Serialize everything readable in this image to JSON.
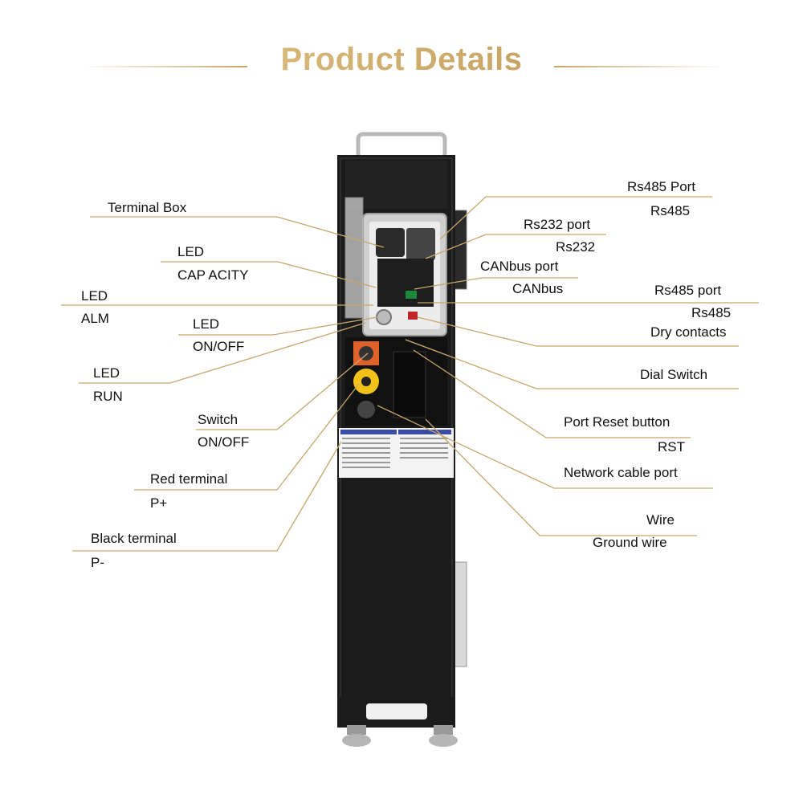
{
  "title": "Product Details",
  "colors": {
    "accent": "#c9a86a",
    "leader": "#c8a66c",
    "cabinet": "#1b1b1b"
  },
  "callouts": {
    "terminal_box": "Terminal Box",
    "led_capacity_1": "LED",
    "led_capacity_2": "CAP ACITY",
    "led_alm_1": "LED",
    "led_alm_2": "ALM",
    "led_onoff_1": "LED",
    "led_onoff_2": "ON/OFF",
    "led_run_1": "LED",
    "led_run_2": "RUN",
    "switch_1": "Switch",
    "switch_2": "ON/OFF",
    "red_terminal_1": "Red terminal",
    "red_terminal_2": "P+",
    "black_terminal_1": "Black terminal",
    "black_terminal_2": "P-",
    "rs485_port_1": "Rs485 Port",
    "rs485_port_2": "Rs485",
    "rs232_port_1": "Rs232 port",
    "rs232_port_2": "Rs232",
    "canbus_port_1": "CANbus port",
    "canbus_port_2": "CANbus",
    "rs485_port_b_1": "Rs485 port",
    "rs485_port_b_2": "Rs485",
    "dry_contacts": "Dry contacts",
    "dial_switch": "Dial Switch",
    "port_reset_1": "Port Reset button",
    "port_reset_2": "RST",
    "network_cable": "Network cable port",
    "wire_1": "Wire",
    "wire_2": "Ground wire"
  }
}
